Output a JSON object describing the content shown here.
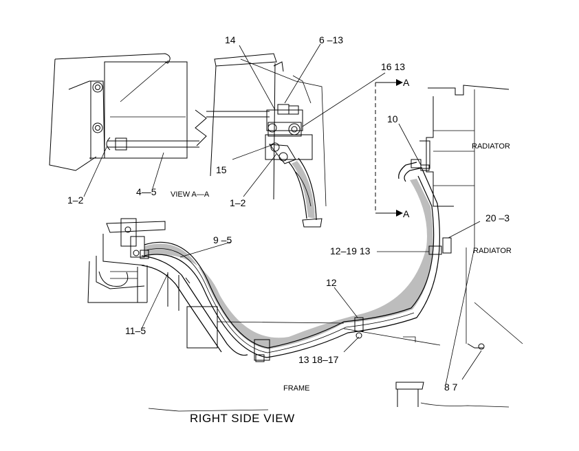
{
  "title": "RIGHT SIDE VIEW",
  "view_label": "VIEW A—A",
  "section_labels": {
    "top": "A",
    "bottom": "A"
  },
  "areas": {
    "radiator_top": "RADIATOR",
    "radiator_right": "RADIATOR",
    "frame": "FRAME"
  },
  "callouts": [
    {
      "id": "c-14",
      "text": "14"
    },
    {
      "id": "c-6-13",
      "text": "6 –13"
    },
    {
      "id": "c-16-13",
      "text": "16  13"
    },
    {
      "id": "c-15",
      "text": "15"
    },
    {
      "id": "c-1-2-left",
      "text": "1–2"
    },
    {
      "id": "c-4-5",
      "text": "4—5"
    },
    {
      "id": "c-1-2-right",
      "text": "1–2"
    },
    {
      "id": "c-10",
      "text": "10"
    },
    {
      "id": "c-20-3",
      "text": "20 –3"
    },
    {
      "id": "c-12-19-13",
      "text": "12–19  13"
    },
    {
      "id": "c-9-5",
      "text": "9 –5"
    },
    {
      "id": "c-12",
      "text": "12"
    },
    {
      "id": "c-11-5",
      "text": "11–5"
    },
    {
      "id": "c-13-18-17",
      "text": "13  18–17"
    },
    {
      "id": "c-8-7",
      "text": "8  7"
    }
  ],
  "colors": {
    "ink": "#000000",
    "paper": "#ffffff",
    "hose_shade": "#bdbdbd"
  }
}
